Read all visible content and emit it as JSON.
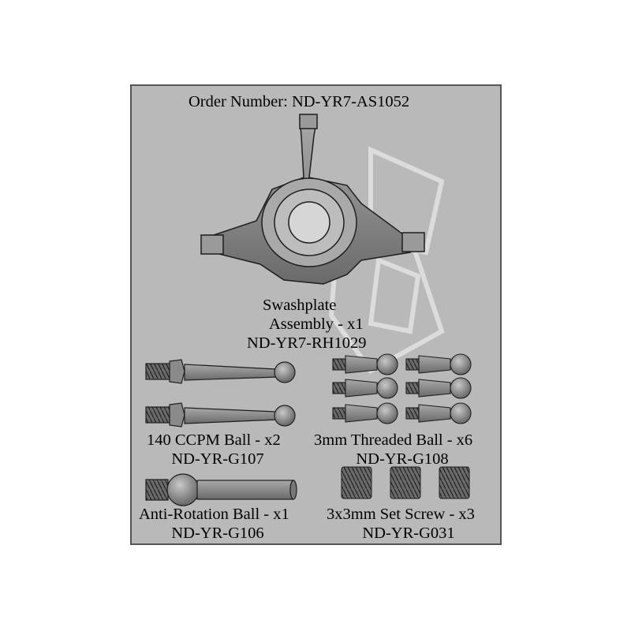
{
  "order": {
    "label": "Order Number:",
    "number": "ND-YR7-AS1052"
  },
  "parts": [
    {
      "name_line1": "Swashplate",
      "name_line2": "Assembly - x1",
      "code": "ND-YR7-RH1029"
    },
    {
      "name": "140  CCPM Ball - x2",
      "code": "ND-YR-G107"
    },
    {
      "name": "3mm Threaded Ball - x6",
      "code": "ND-YR-G108"
    },
    {
      "name": "Anti-Rotation Ball - x1",
      "code": "ND-YR-G106"
    },
    {
      "name": "3x3mm Set Screw - x3",
      "code": "ND-YR-G031"
    }
  ],
  "colors": {
    "panel": "#b9b9b9",
    "part_metal": "#8c8c8c",
    "outline": "#1e1e1e"
  }
}
